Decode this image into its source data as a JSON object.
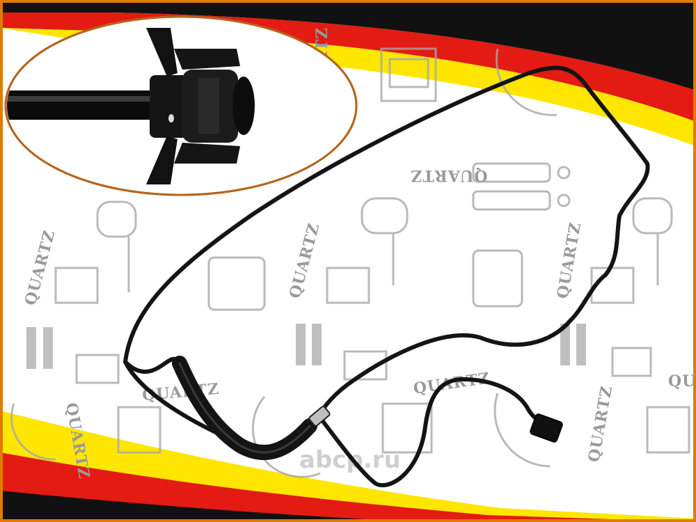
{
  "photo": {
    "subject": "fuel-line-hose-with-connector",
    "colors": {
      "background": "#ffffff",
      "stripe_yellow": "#ffe600",
      "stripe_red": "#e31b12",
      "stripe_black": "#111111",
      "watermark_grey": "#9a9a9a",
      "hose": "#141414",
      "inset_border": "#b5651d"
    }
  },
  "watermarks": {
    "brand": "QUARTZ",
    "site": "abcp.ru"
  }
}
